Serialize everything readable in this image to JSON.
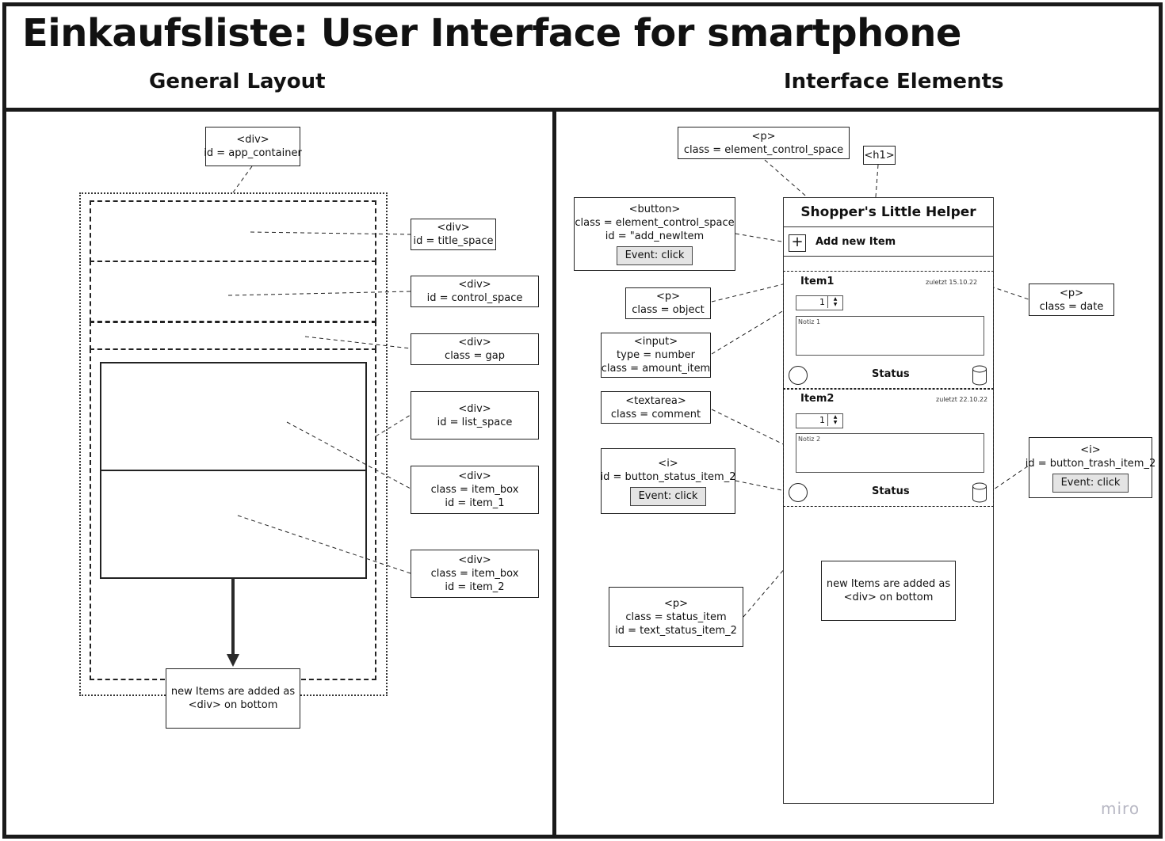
{
  "title": "Einkaufsliste: User Interface  for smartphone",
  "left_heading": "General Layout",
  "right_heading": "Interface Elements",
  "layout_labels": {
    "app_container": [
      "<div>",
      "id = app_container"
    ],
    "title_space": [
      "<div>",
      "id = title_space"
    ],
    "control_space": [
      "<div>",
      "id = control_space"
    ],
    "gap": [
      "<div>",
      "class = gap"
    ],
    "list_space": [
      "<div>",
      "id = list_space"
    ],
    "item_1": [
      "<div>",
      "class = item_box",
      "id = item_1"
    ],
    "item_2": [
      "<div>",
      "class = item_box",
      "id = item_2"
    ],
    "new_items": [
      "new Items are added as",
      "<div> on bottom"
    ]
  },
  "element_labels": {
    "p_control": [
      "<p>",
      "class = element_control_space"
    ],
    "h1": [
      "<h1>"
    ],
    "button": [
      "<button>",
      "class = element_control_space",
      "id = \"add_newItem"
    ],
    "button_event": "Event: click",
    "p_object": [
      "<p>",
      "class = object"
    ],
    "p_date": [
      "<p>",
      "class = date"
    ],
    "input": [
      "<input>",
      "type = number",
      "class = amount_item"
    ],
    "textarea": [
      "<textarea>",
      "class = comment"
    ],
    "i_status": [
      "<i>",
      "id = button_status_item_2"
    ],
    "i_status_event": "Event: click",
    "i_trash": [
      "<i>",
      "id = button_trash_item_2"
    ],
    "i_trash_event": "Event: click",
    "p_status": [
      "<p>",
      "class = status_item",
      "id = text_status_item_2"
    ],
    "new_items": [
      "new Items are added as",
      "<div> on bottom"
    ]
  },
  "phone": {
    "app_title": "Shopper's Little Helper",
    "add_icon": "+",
    "add_label": "Add new Item",
    "items": [
      {
        "name": "Item1",
        "date": "zuletzt 15.10.22",
        "amount": "1",
        "note": "Notiz 1",
        "status": "Status"
      },
      {
        "name": "Item2",
        "date": "zuletzt 22.10.22",
        "amount": "1",
        "note": "Notiz 2",
        "status": "Status"
      }
    ]
  },
  "watermark": "miro"
}
